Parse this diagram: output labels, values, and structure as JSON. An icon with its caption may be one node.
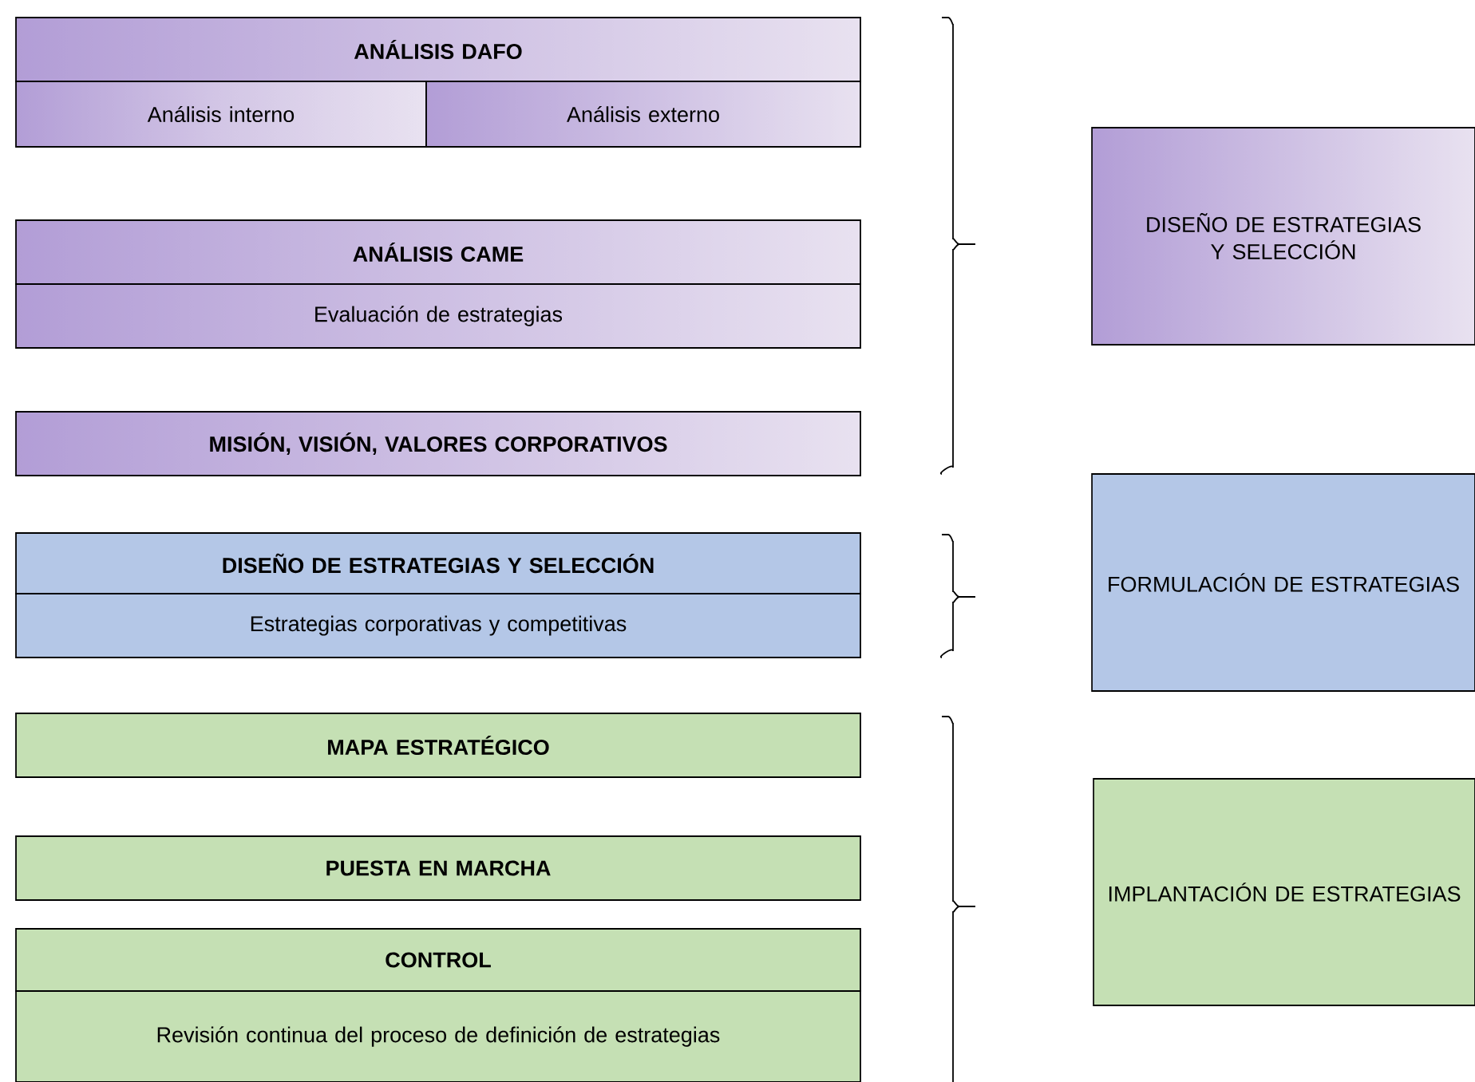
{
  "diagram": {
    "nodes": [
      {
        "text": [
          "ANÁLISIS DAFO"
        ]
      },
      {
        "text": [
          "Análisis interno"
        ]
      },
      {
        "text": [
          "Análisis externo"
        ]
      },
      {
        "text": [
          "ANÁLISIS CAME"
        ]
      },
      {
        "text": [
          "Evaluación de estrategias"
        ]
      },
      {
        "text": [
          "MISIÓN, VISIÓN, VALORES CORPORATIVOS"
        ]
      },
      {
        "text": [
          "DISEÑO DE ESTRATEGIAS Y SELECCIÓN"
        ]
      },
      {
        "text": [
          "Estrategias corporativas y competitivas"
        ]
      },
      {
        "text": [
          "MAPA ESTRATÉGICO"
        ]
      },
      {
        "text": [
          "PUESTA EN MARCHA"
        ]
      },
      {
        "text": [
          "CONTROL"
        ]
      },
      {
        "text": [
          "Revisión continua del proceso de definición de estrategias"
        ]
      },
      {
        "text": [
          "DISEÑO DE ESTRATEGIAS Y SELECCIÓN"
        ]
      },
      {
        "text": [
          "FORMULACIÓN DE ESTRATEGIAS"
        ]
      },
      {
        "text": [
          "IMPLANTACIÓN DE ESTRATEGIAS"
        ]
      }
    ]
  }
}
